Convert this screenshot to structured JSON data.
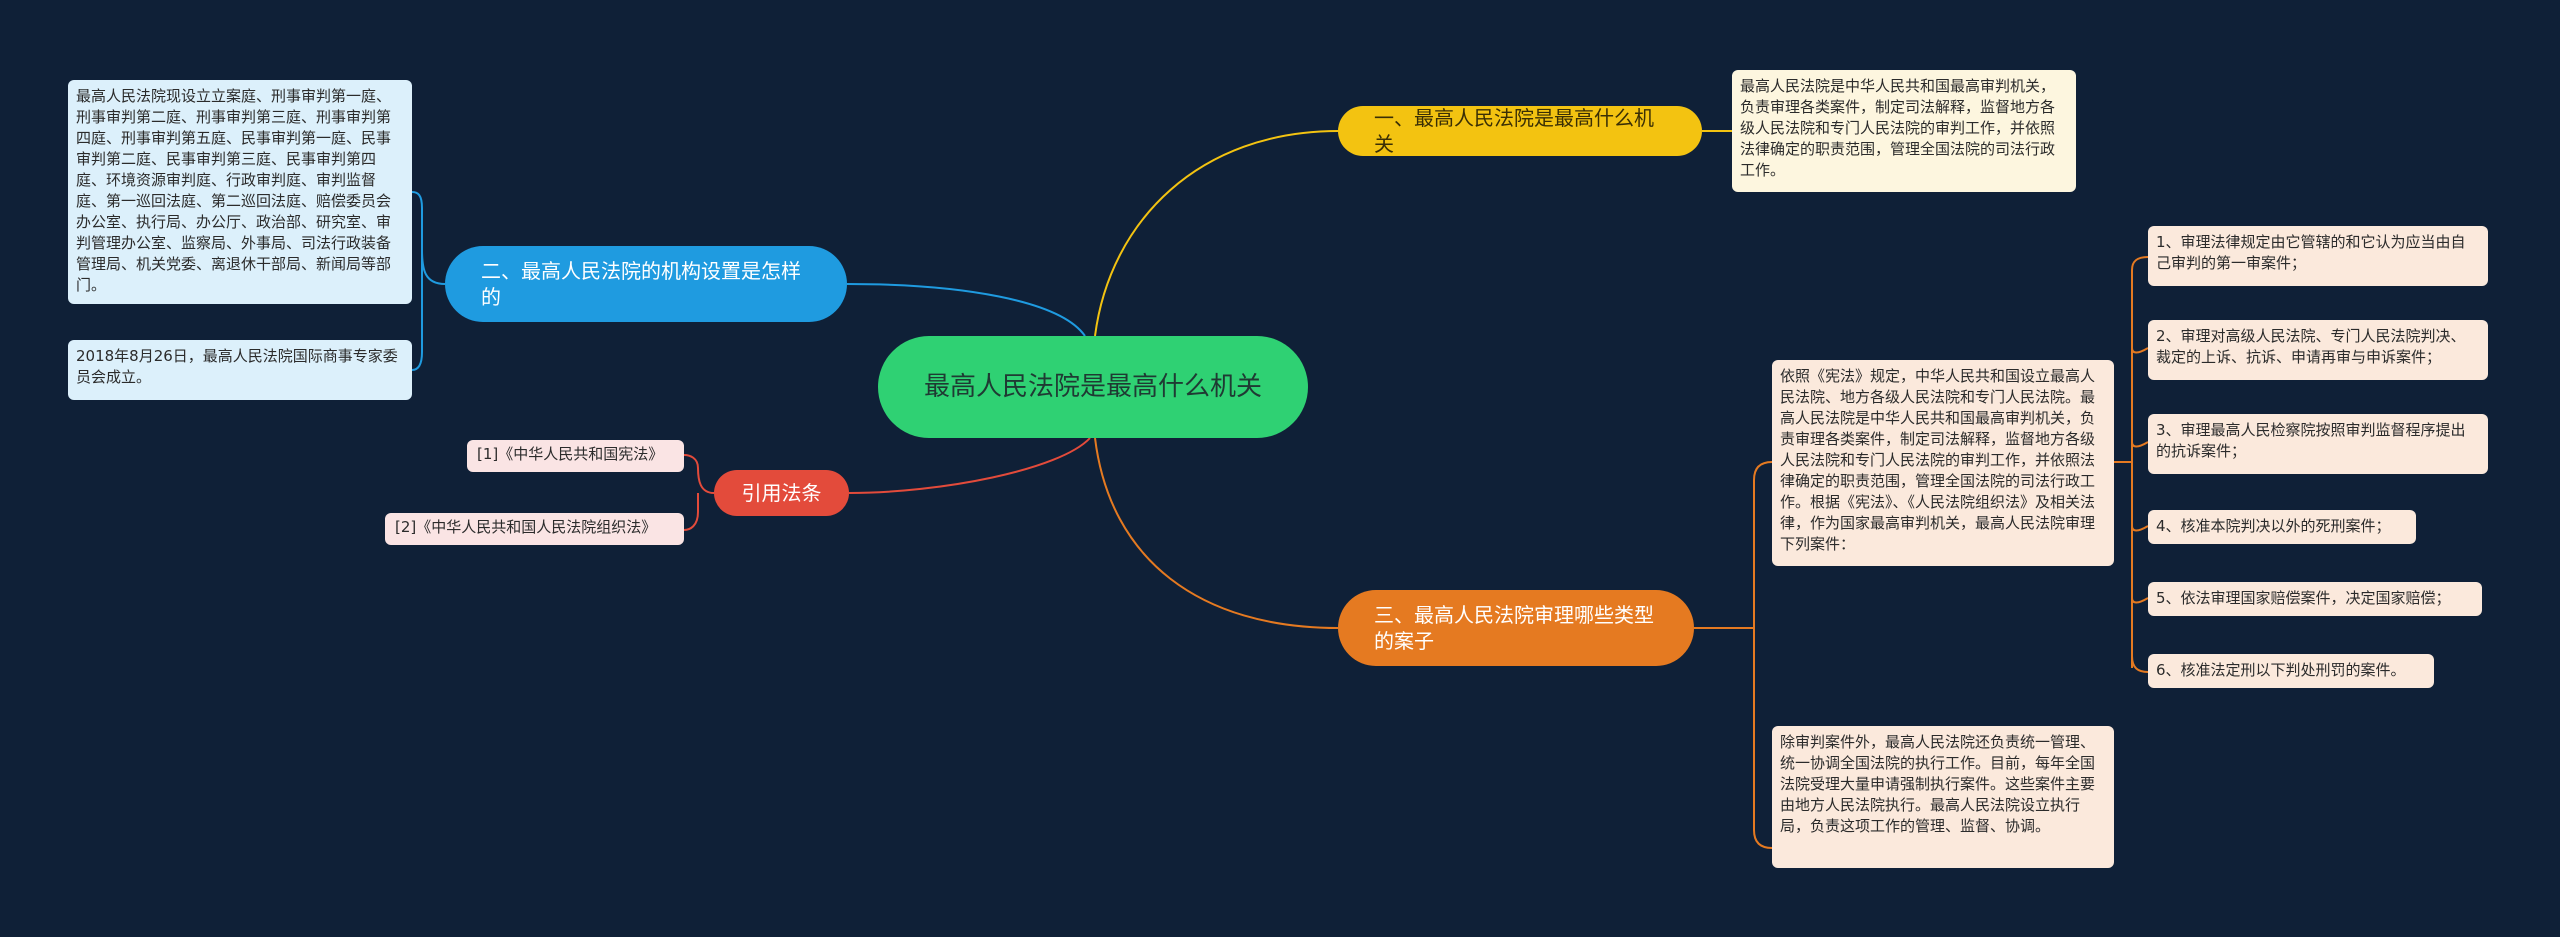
{
  "colors": {
    "background": "#0f2037",
    "central": "#2fd173",
    "branch_1": "#f3c311",
    "branch_2": "#1f9be0",
    "branch_3": "#e34b3b",
    "branch_4": "#e57a21"
  },
  "central": {
    "title": "最高人民法院是最高什么机关"
  },
  "branch1": {
    "label": "一、最高人民法院是最高什么机关",
    "leaf": "最高人民法院是中华人民共和国最高审判机关，负责审理各类案件，制定司法解释，监督地方各级人民法院和专门人民法院的审判工作，并依照法律确定的职责范围，管理全国法院的司法行政工作。"
  },
  "branch2": {
    "label": "二、最高人民法院的机构设置是怎样的",
    "leaf1": "最高人民法院现设立立案庭、刑事审判第一庭、刑事审判第二庭、刑事审判第三庭、刑事审判第四庭、刑事审判第五庭、民事审判第一庭、民事审判第二庭、民事审判第三庭、民事审判第四庭、环境资源审判庭、行政审判庭、审判监督庭、第一巡回法庭、第二巡回法庭、赔偿委员会办公室、执行局、办公厅、政治部、研究室、审判管理办公室、监察局、外事局、司法行政装备管理局、机关党委、离退休干部局、新闻局等部门。",
    "leaf2": "2018年8月26日，最高人民法院国际商事专家委员会成立。"
  },
  "branch3": {
    "label": "引用法条",
    "leaf1": "[1]《中华人民共和国宪法》",
    "leaf2": "[2]《中华人民共和国人民法院组织法》"
  },
  "branch4": {
    "label": "三、最高人民法院审理哪些类型的案子",
    "leaf_main": "依照《宪法》规定，中华人民共和国设立最高人民法院、地方各级人民法院和专门人民法院。最高人民法院是中华人民共和国最高审判机关，负责审理各类案件，制定司法解释，监督地方各级人民法院和专门人民法院的审判工作，并依照法律确定的职责范围，管理全国法院的司法行政工作。根据《宪法》、《人民法院组织法》及相关法律，作为国家最高审判机关，最高人民法院审理下列案件：",
    "leaf_extra": "除审判案件外，最高人民法院还负责统一管理、统一协调全国法院的执行工作。目前，每年全国法院受理大量申请强制执行案件。这些案件主要由地方人民法院执行。最高人民法院设立执行局，负责这项工作的管理、监督、协调。",
    "items": [
      "1、审理法律规定由它管辖的和它认为应当由自己审判的第一审案件；",
      "2、审理对高级人民法院、专门人民法院判决、裁定的上诉、抗诉、申请再审与申诉案件；",
      "3、审理最高人民检察院按照审判监督程序提出的抗诉案件；",
      "4、核准本院判决以外的死刑案件；",
      "5、依法审理国家赔偿案件，决定国家赔偿；",
      "6、核准法定刑以下判处刑罚的案件。"
    ]
  }
}
